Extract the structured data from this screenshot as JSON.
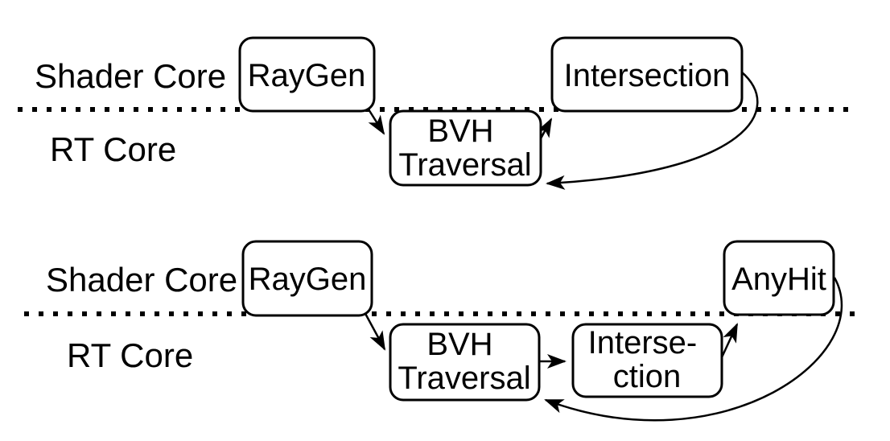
{
  "colors": {
    "ink": "#000000",
    "background": "#ffffff"
  },
  "diagram_top": {
    "lane_labels": {
      "shader_core": "Shader Core",
      "rt_core": "RT Core"
    },
    "nodes": {
      "raygen": "RayGen",
      "intersection": "Intersection",
      "bvh_line1": "BVH",
      "bvh_line2": "Traversal"
    },
    "flow": "RayGen -> BVH Traversal -> Intersection -> BVH Traversal (loop)"
  },
  "diagram_bottom": {
    "lane_labels": {
      "shader_core": "Shader Core",
      "rt_core": "RT Core"
    },
    "nodes": {
      "raygen": "RayGen",
      "anyhit": "AnyHit",
      "bvh_line1": "BVH",
      "bvh_line2": "Traversal",
      "intersection_line1": "Interse-",
      "intersection_line2": "ction"
    },
    "flow": "RayGen -> BVH Traversal -> Intersection -> AnyHit -> BVH Traversal (loop)"
  }
}
